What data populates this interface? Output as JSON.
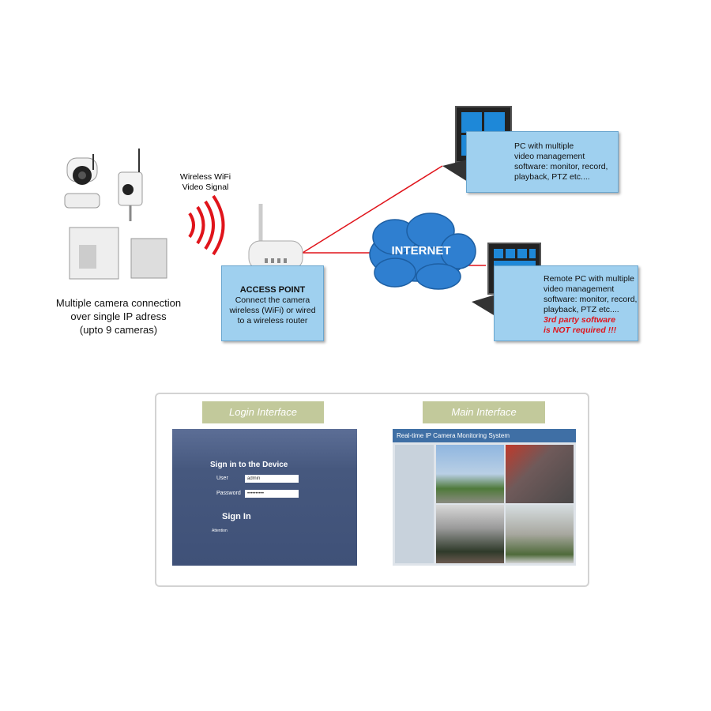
{
  "cameras": {
    "caption": [
      "Multiple camera connection",
      "over single IP adress",
      "(upto 9 cameras)"
    ]
  },
  "wireless": {
    "label": [
      "Wireless WiFi",
      "Video Signal"
    ]
  },
  "access_point": {
    "title": "ACCESS POINT",
    "text": [
      "Connect the camera",
      "wireless (WiFi) or wired",
      "to a wireless router"
    ]
  },
  "internet": {
    "label": "INTERNET"
  },
  "pc": {
    "text": [
      "PC with multiple",
      "video management",
      "software: monitor, record,",
      "playback, PTZ etc...."
    ]
  },
  "remote_pc": {
    "text": [
      "Remote PC with multiple",
      "video management",
      "software: monitor, record,",
      "playback, PTZ  etc...."
    ],
    "warning": [
      "3rd party software",
      "is NOT required !!!"
    ]
  },
  "login": {
    "tag": "Login Interface",
    "title": "Sign in to the Device",
    "user_label": "User",
    "user_value": "admin",
    "password_label": "Password",
    "password_value": "••••••••••",
    "button": "Sign In",
    "attention": "Attention"
  },
  "main": {
    "tag": "Main Interface",
    "title": "Real-time IP Camera Monitoring System"
  },
  "colors": {
    "box": "#9fd0ef",
    "line": "#e0141b",
    "cloud": "#2f7fd0",
    "tag": "#c2c99b"
  }
}
